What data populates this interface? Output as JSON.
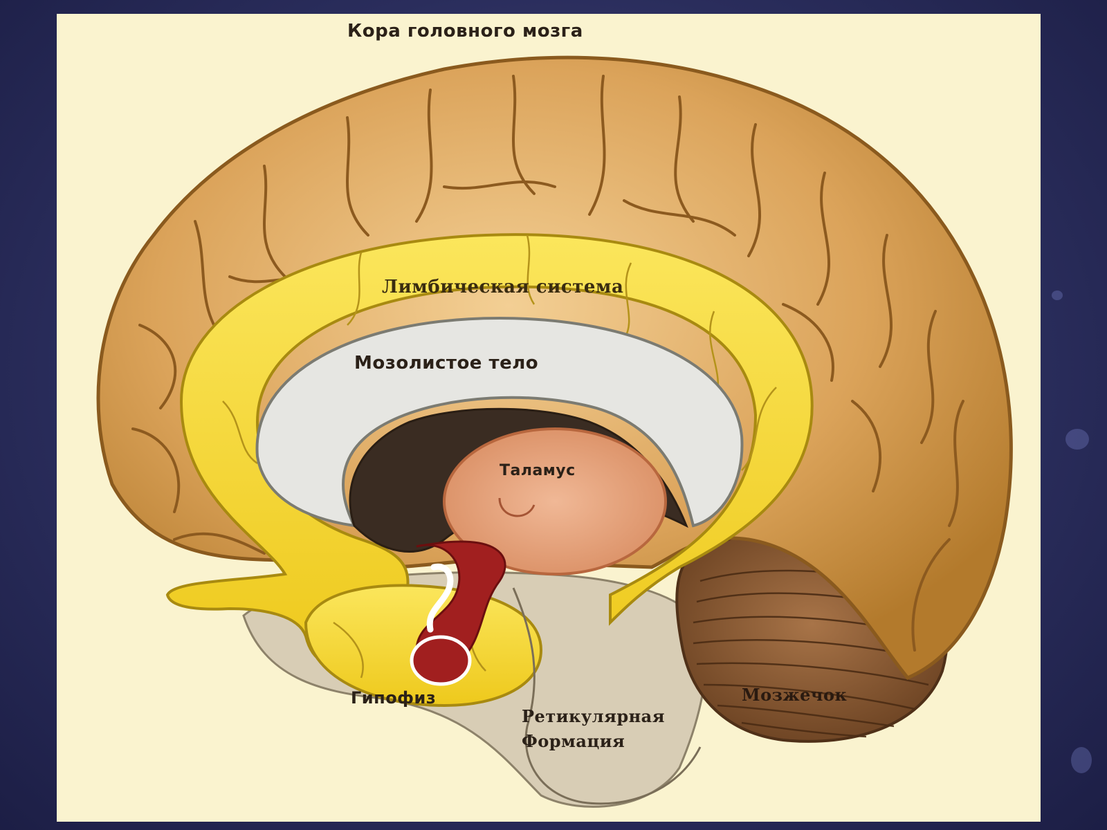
{
  "labels": {
    "cortex": "Кора головного мозга",
    "limbic": "Лимбическая система",
    "corpus": "Мозолистое тело",
    "thalamus": "Таламус",
    "pituitary": "Гипофиз",
    "reticular_line1": "Ретикулярная",
    "reticular_line2": "Формация",
    "cerebellum": "Мозжечок"
  },
  "colors": {
    "background": "#2a2d5c",
    "panel": "#faf3cf",
    "cortex": "#d9a860",
    "limbic": "#f2d42b",
    "corpus": "#e4e4e0",
    "thalamus": "#e8a27a",
    "pituitary": "#a11f1f",
    "cerebellum": "#8a5a32",
    "brainstem": "#d6cbb3"
  }
}
